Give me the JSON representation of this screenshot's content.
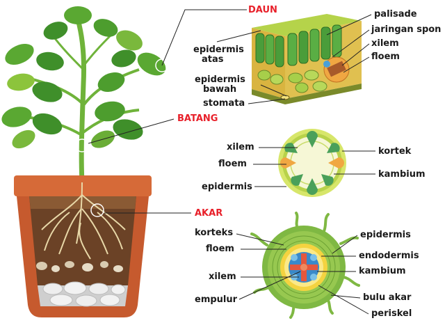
{
  "sections": {
    "daun": "DAUN",
    "batang": "BATANG",
    "akar": "AKAR"
  },
  "leaf_labels": {
    "epidermis_atas_1": "epidermis",
    "epidermis_atas_2": "atas",
    "epidermis_bawah_1": "epidermis",
    "epidermis_bawah_2": "bawah",
    "stomata": "stomata",
    "palisade": "palisade",
    "jaringan_spon": "jaringan spon",
    "xilem": "xilem",
    "floem": "floem"
  },
  "stem_labels": {
    "xilem": "xilem",
    "floem": "floem",
    "epidermis": "epidermis",
    "kortek": "kortek",
    "kambium": "kambium"
  },
  "root_labels": {
    "korteks": "korteks",
    "floem": "floem",
    "xilem": "xilem",
    "empulur": "empulur",
    "epidermis": "epidermis",
    "endodermis": "endodermis",
    "kambium": "kambium",
    "bulu_akar": "bulu akar",
    "periskel": "periskel"
  },
  "colors": {
    "section_title": "#e8202a",
    "leaf_green": "#3f8f2a",
    "leaf_light": "#8cc43c",
    "stem_ring": "#b8d24a",
    "stem_inner": "#f6f7d6",
    "xylem_green": "#4aa05a",
    "phloem_orange": "#f0a742",
    "pot": "#c65a2e",
    "soil": "#6b4226",
    "root_outer": "#7fb843",
    "root_stele": "#f4d340",
    "root_center": "#3a89c9",
    "root_xylem": "#e4573d"
  }
}
